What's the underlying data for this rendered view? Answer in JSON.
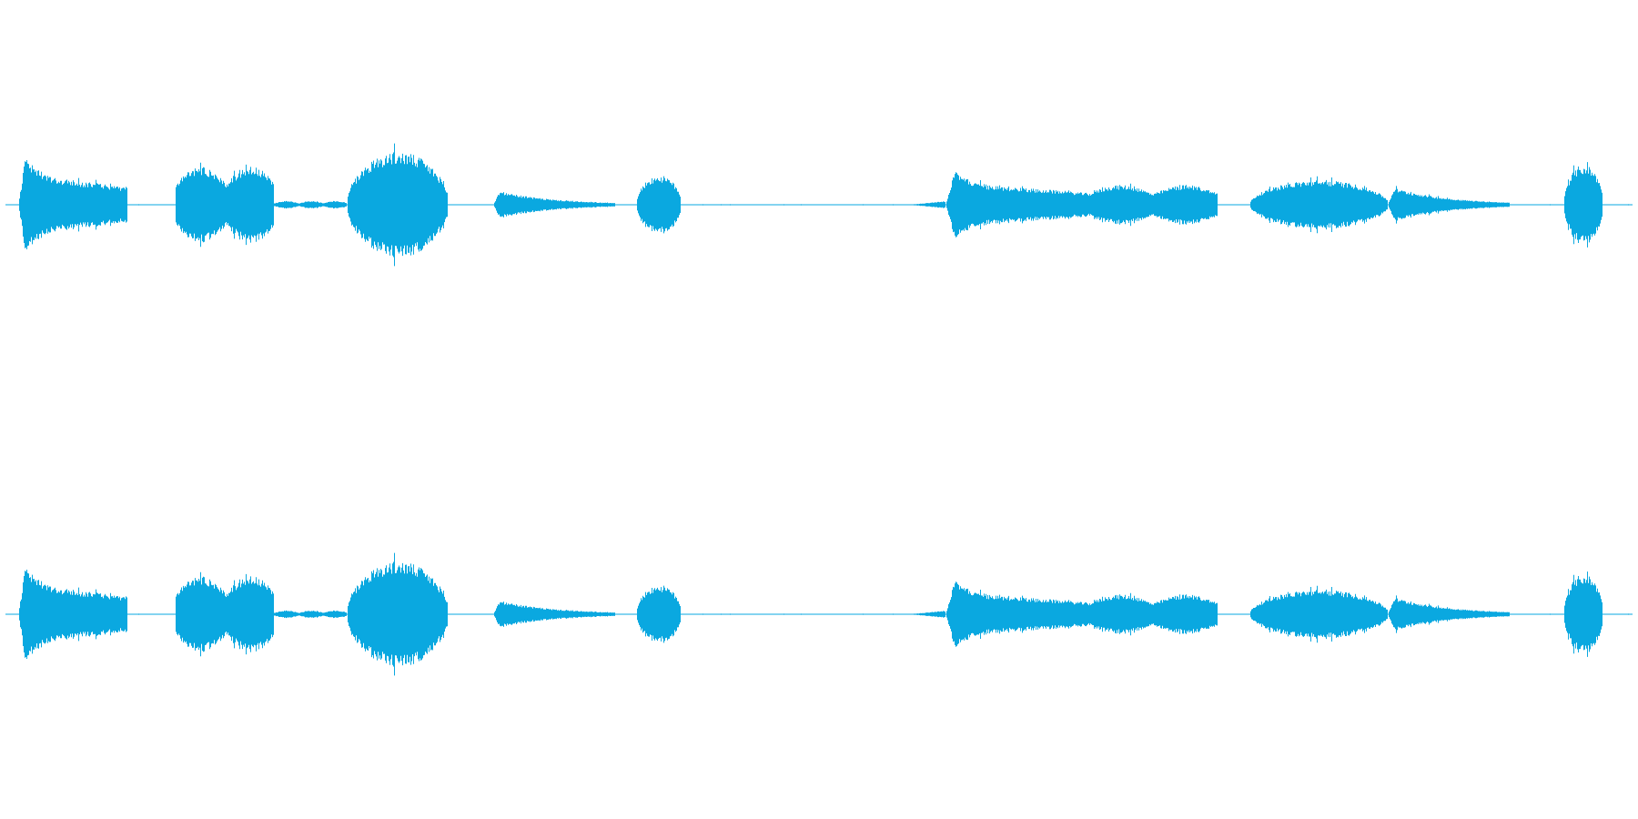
{
  "waveform": {
    "color": "#0aa8e0",
    "channels": [
      {
        "channel": "left"
      },
      {
        "channel": "right"
      }
    ],
    "segments": [
      {
        "start": 0.0,
        "end": 0.008,
        "amp": 0.05,
        "shape": "flat"
      },
      {
        "start": 0.008,
        "end": 0.075,
        "amp": 1.0,
        "shape": "attack-decay"
      },
      {
        "start": 0.075,
        "end": 0.105,
        "amp": 0.02,
        "shape": "flat"
      },
      {
        "start": 0.105,
        "end": 0.165,
        "amp": 0.82,
        "shape": "double"
      },
      {
        "start": 0.165,
        "end": 0.21,
        "amp": 0.08,
        "shape": "bumpy"
      },
      {
        "start": 0.21,
        "end": 0.272,
        "amp": 1.12,
        "shape": "dome"
      },
      {
        "start": 0.272,
        "end": 0.3,
        "amp": 0.02,
        "shape": "flat"
      },
      {
        "start": 0.3,
        "end": 0.375,
        "amp": 0.32,
        "shape": "decay"
      },
      {
        "start": 0.375,
        "end": 0.388,
        "amp": 0.03,
        "shape": "flat"
      },
      {
        "start": 0.388,
        "end": 0.415,
        "amp": 0.62,
        "shape": "dome"
      },
      {
        "start": 0.415,
        "end": 0.555,
        "amp": 0.03,
        "shape": "flat"
      },
      {
        "start": 0.555,
        "end": 0.578,
        "amp": 0.08,
        "shape": "ramp-up"
      },
      {
        "start": 0.578,
        "end": 0.665,
        "amp": 0.7,
        "shape": "attack-decay"
      },
      {
        "start": 0.665,
        "end": 0.745,
        "amp": 0.42,
        "shape": "double"
      },
      {
        "start": 0.745,
        "end": 0.765,
        "amp": 0.04,
        "shape": "flat"
      },
      {
        "start": 0.765,
        "end": 0.85,
        "amp": 0.52,
        "shape": "dome"
      },
      {
        "start": 0.85,
        "end": 0.925,
        "amp": 0.4,
        "shape": "decay"
      },
      {
        "start": 0.925,
        "end": 0.958,
        "amp": 0.02,
        "shape": "flat"
      },
      {
        "start": 0.958,
        "end": 0.982,
        "amp": 0.85,
        "shape": "dome"
      },
      {
        "start": 0.982,
        "end": 1.0,
        "amp": 0.03,
        "shape": "flat"
      }
    ]
  }
}
